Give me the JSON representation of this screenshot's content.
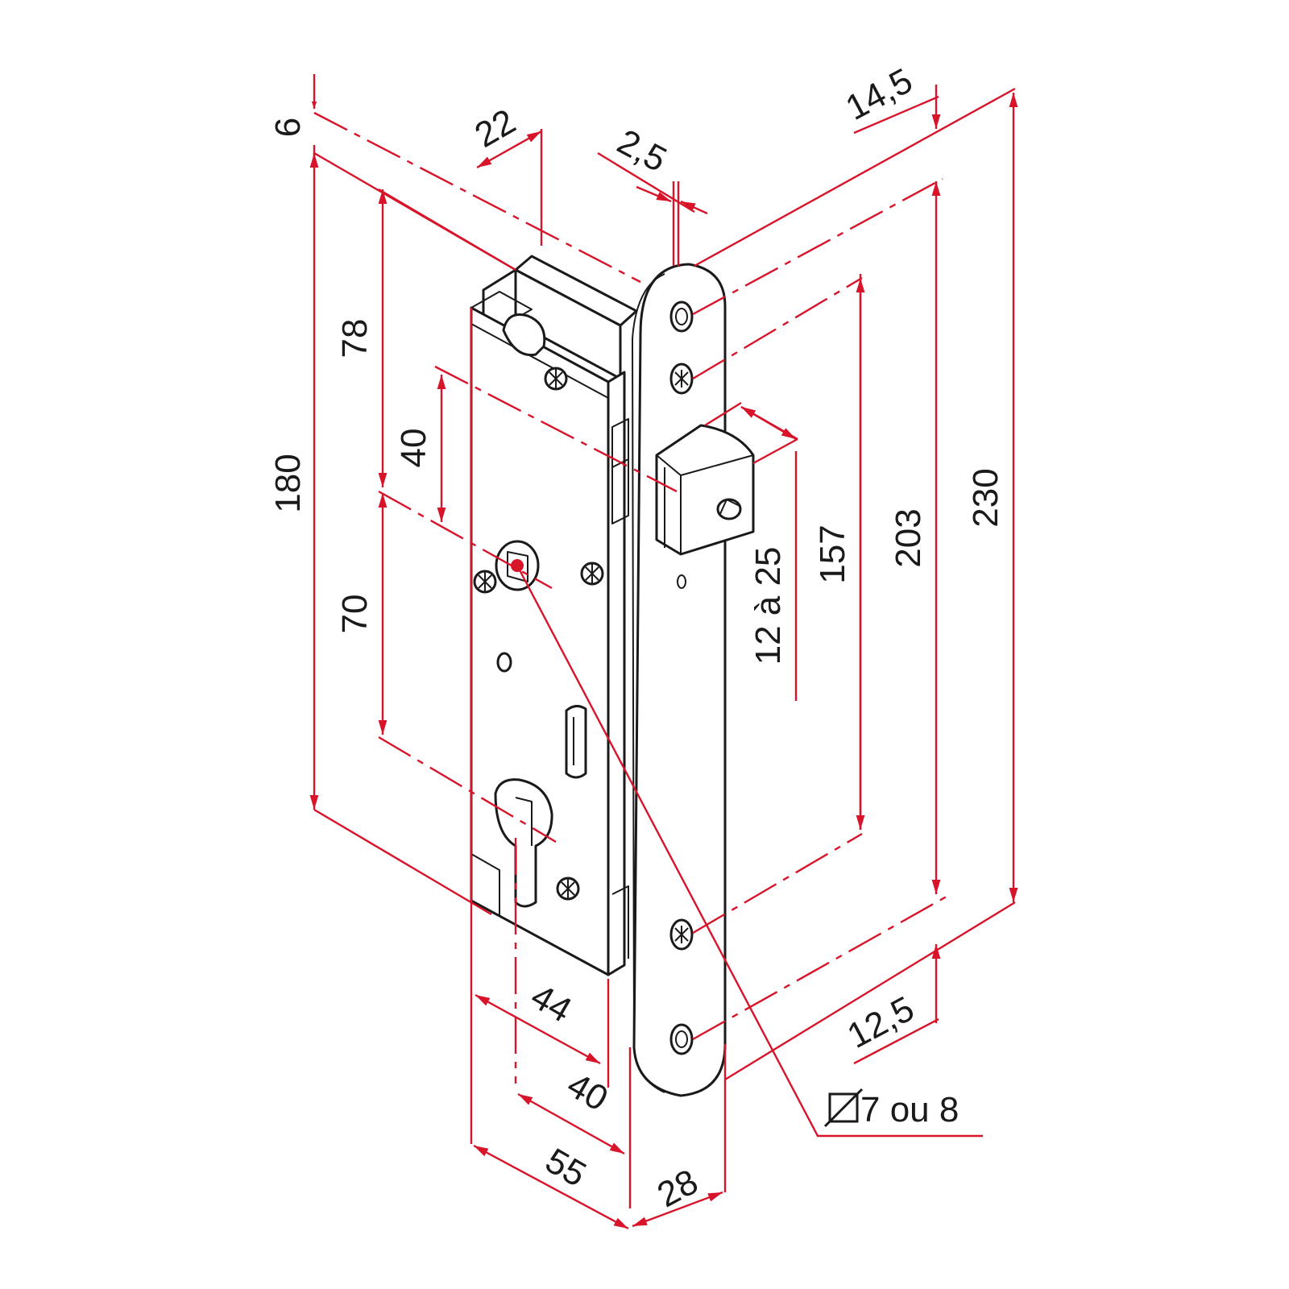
{
  "colors": {
    "dimension_line": "#d8142a",
    "outline": "#1a1a1a",
    "background": "#ffffff"
  },
  "dimensions": {
    "d6": "6",
    "d22": "22",
    "d2_5": "2,5",
    "d14_5": "14,5",
    "d180": "180",
    "d78": "78",
    "d40v": "40",
    "d70": "70",
    "d12a25": "12 à 25",
    "d157": "157",
    "d203": "203",
    "d230": "230",
    "d12_5": "12,5",
    "d44": "44",
    "d40h": "40",
    "d55": "55",
    "d28": "28",
    "square_follower": "7 ou 8"
  },
  "icons": {
    "diameter_symbol": "square-diameter-icon"
  }
}
